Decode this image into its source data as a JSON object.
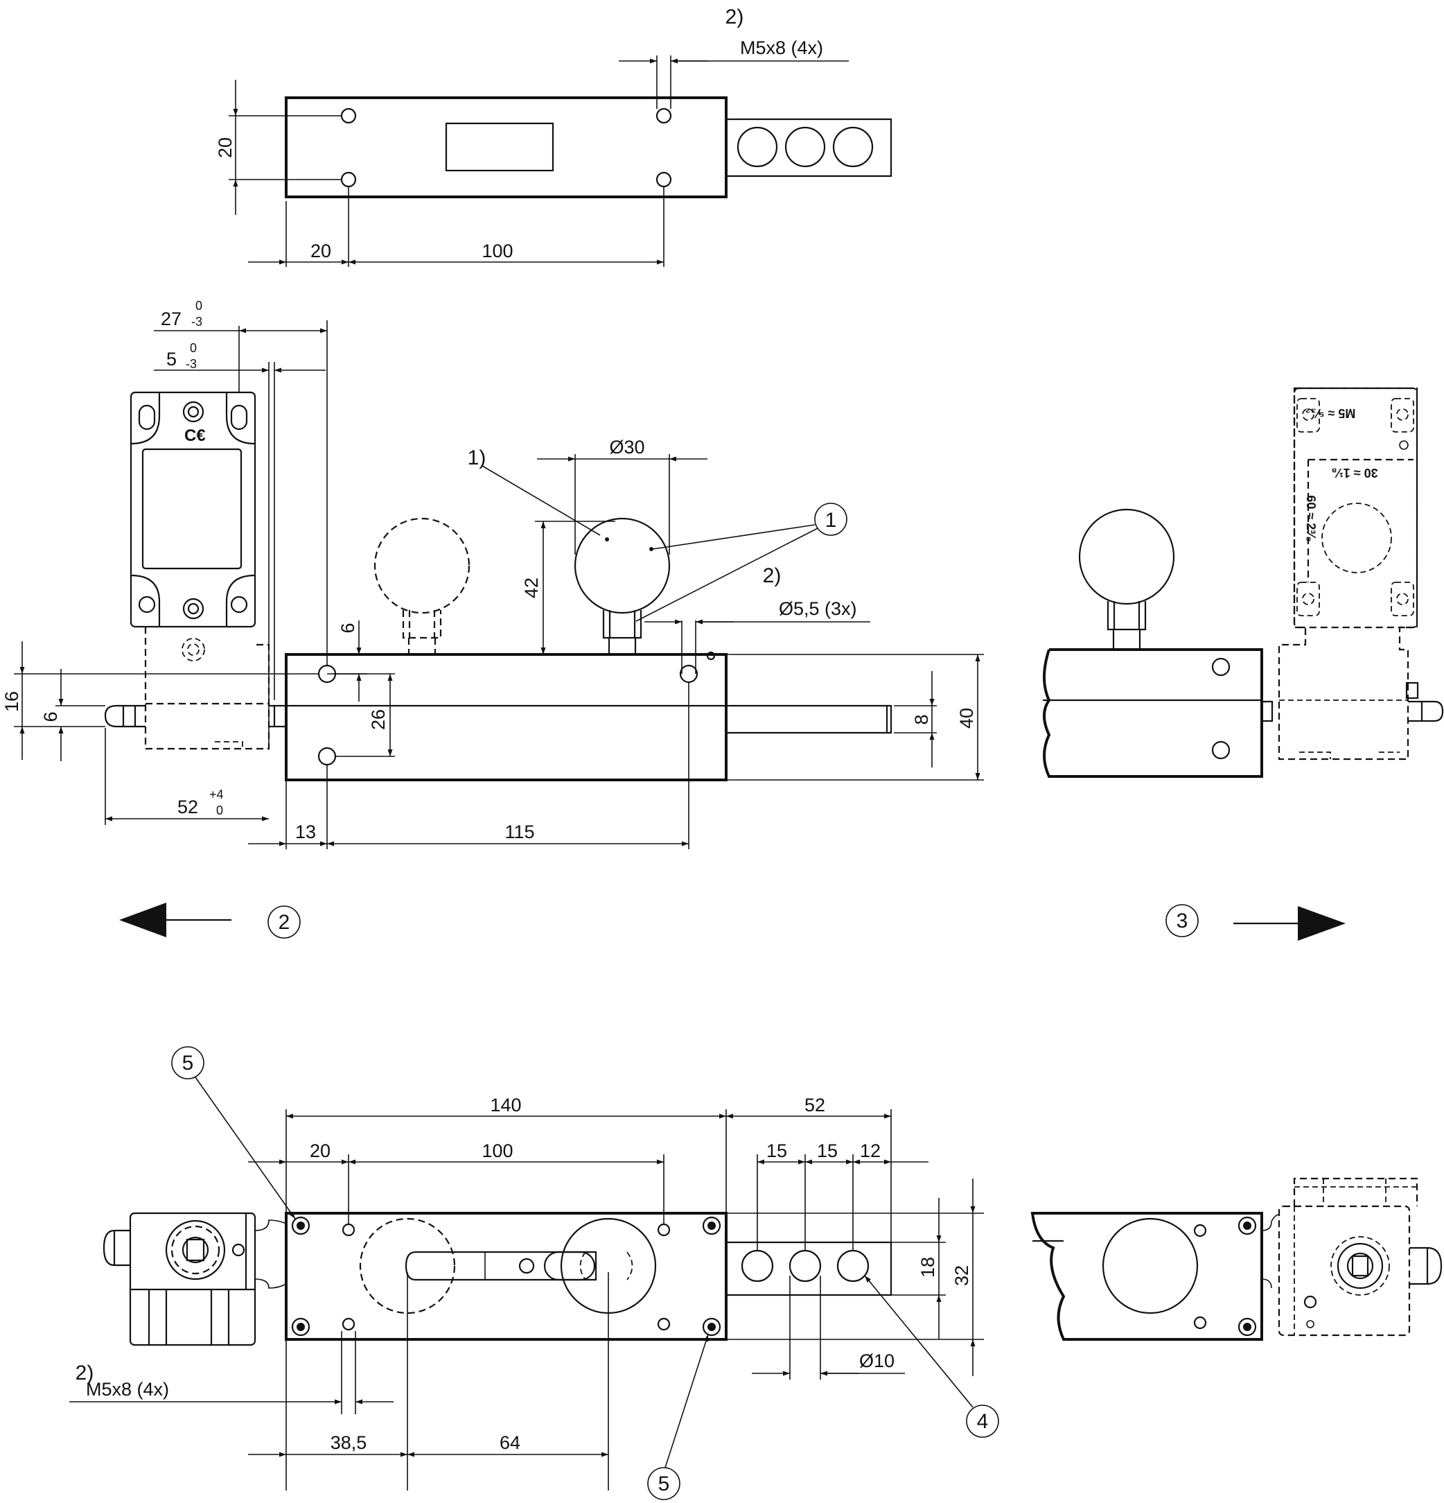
{
  "top_view": {
    "note": "2)",
    "thread": "M5x8  (4x)",
    "dim_height": "20",
    "dim_left": "20",
    "dim_spacing": "100"
  },
  "side_view": {
    "dim_27": "27",
    "tol_27_upper": "0",
    "tol_27_lower": "-3",
    "dim_5": "5",
    "tol_5_upper": "0",
    "tol_5_lower": "-3",
    "note_1": "1)",
    "dia_knob": "Ø30",
    "dim_42": "42",
    "dim_6": "6",
    "note_2": "2)",
    "dia_hole": "Ø5,5 (3x)",
    "dim_16": "16",
    "dim_6b": "6",
    "dim_26": "26",
    "dim_8": "8",
    "dim_40": "40",
    "dim_52": "52",
    "tol_52_upper": "+4",
    "tol_52_lower": "0",
    "dim_13": "13",
    "dim_115": "115"
  },
  "end_view": {
    "label_1": "M5 ≈ ⁵⁄₃₂",
    "label_2": "30 ≈ 1¹⁄₈",
    "label_3": "60 ≈ 2³⁄₈"
  },
  "callouts": {
    "c1": "1",
    "c2": "2",
    "c3": "3",
    "c4": "4",
    "c5a": "5",
    "c5b": "5"
  },
  "bottom_view": {
    "dim_140": "140",
    "dim_52": "52",
    "dim_20": "20",
    "dim_100": "100",
    "dim_15a": "15",
    "dim_15b": "15",
    "dim_12": "12",
    "dim_18": "18",
    "dim_32": "32",
    "note": "2)",
    "thread": "M5x8  (4x)",
    "dim_385": "38,5",
    "dim_64": "64",
    "dia_10": "Ø10"
  }
}
